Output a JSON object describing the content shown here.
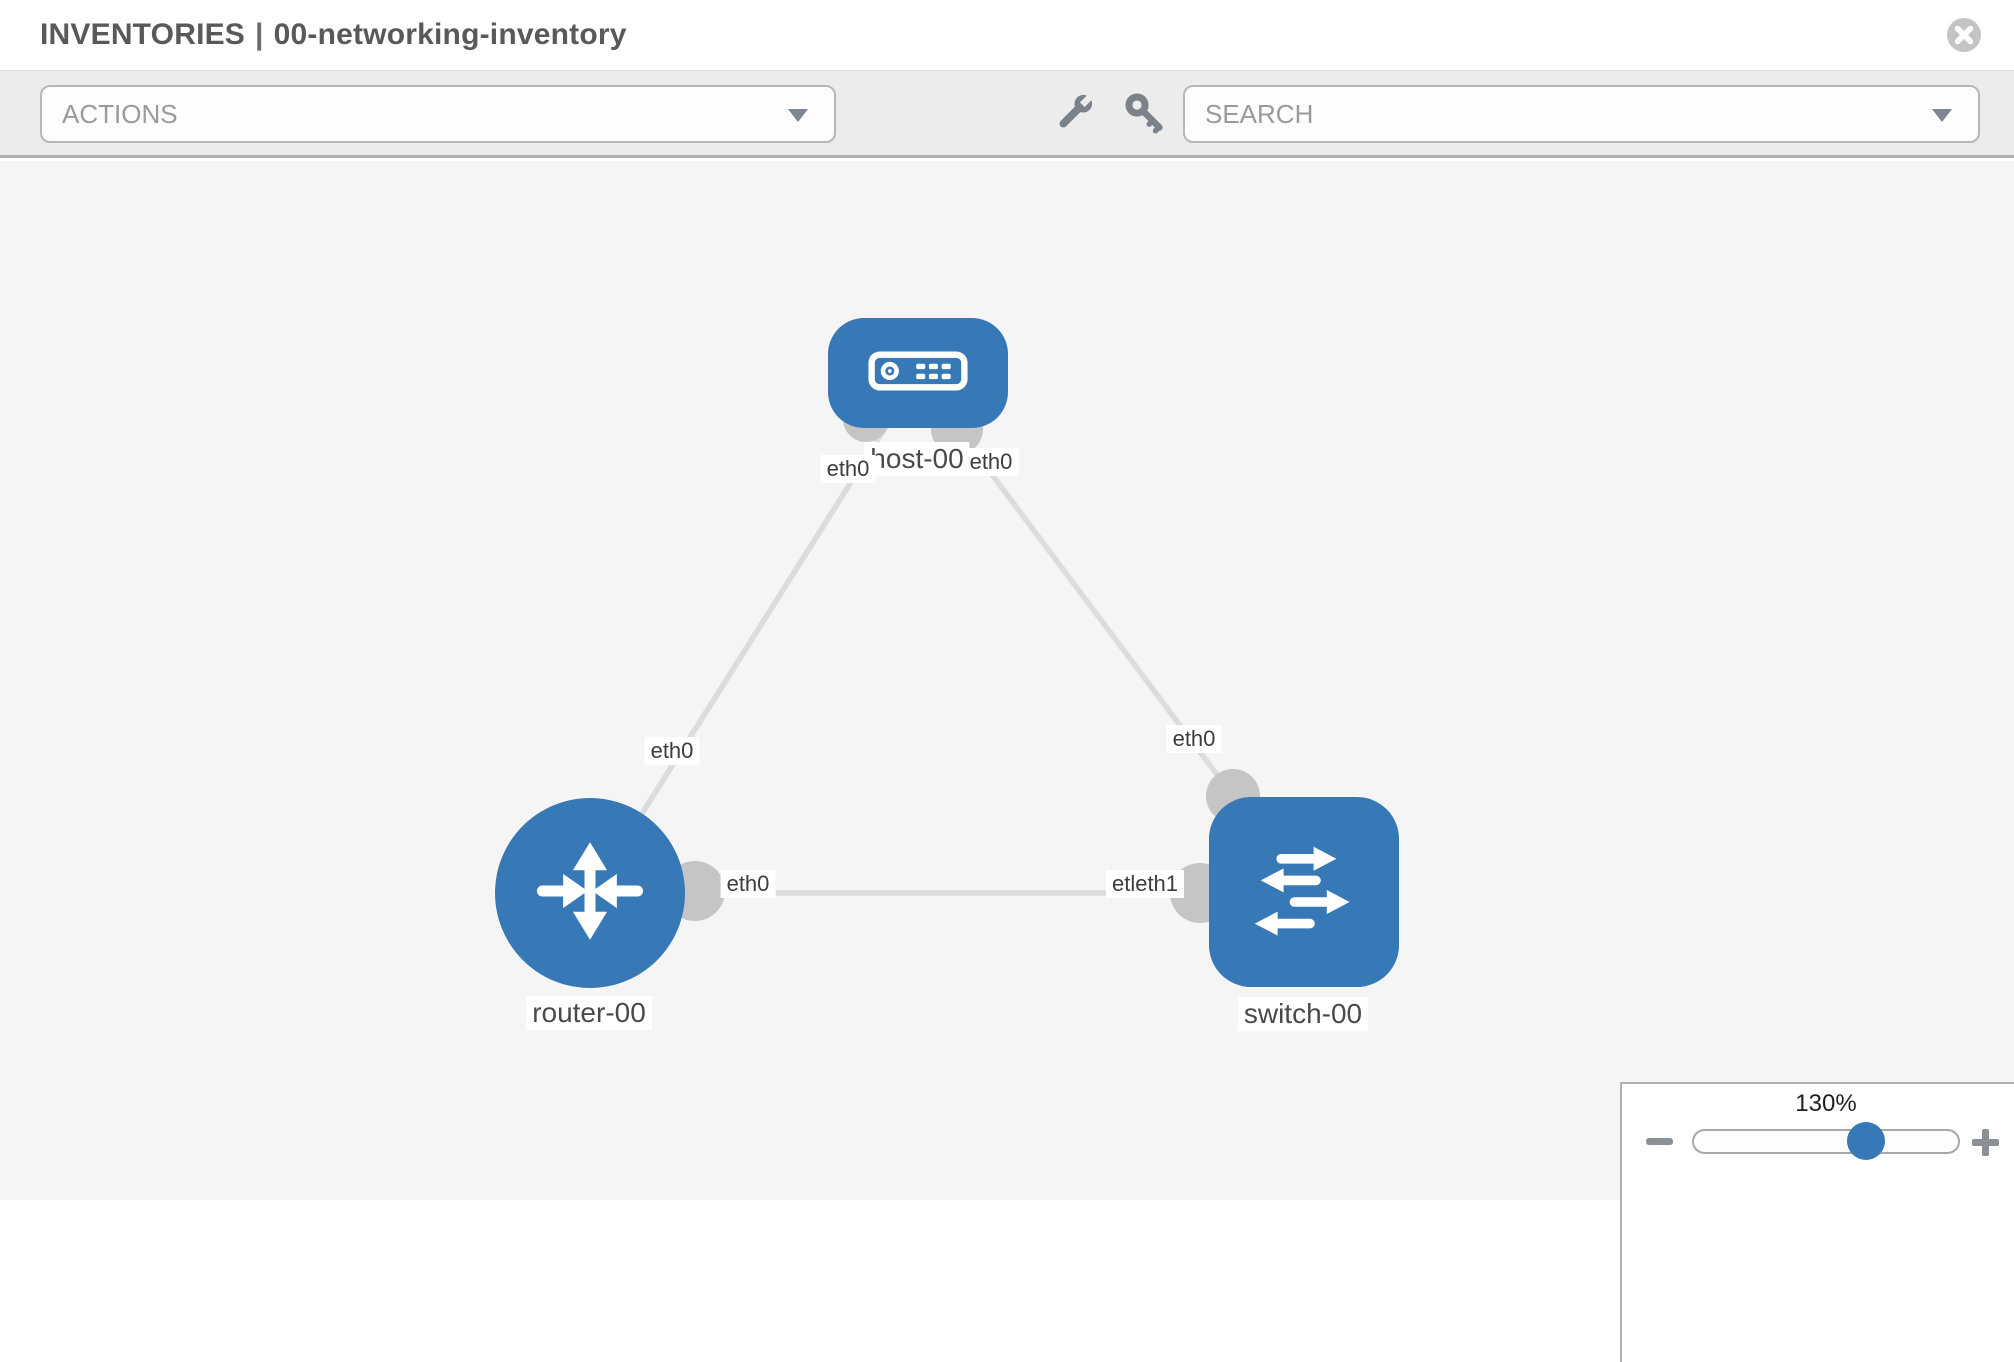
{
  "header": {
    "section": "INVENTORIES",
    "separator": "|",
    "inventory_name": "00-networking-inventory"
  },
  "toolbar": {
    "actions_label": "ACTIONS",
    "search_placeholder": "SEARCH",
    "tools": [
      {
        "icon": "wrench-icon"
      },
      {
        "icon": "key-icon"
      }
    ]
  },
  "topology": {
    "nodes": [
      {
        "id": "host-00",
        "label": "host-00",
        "type": "host",
        "icon": "server-icon"
      },
      {
        "id": "router-00",
        "label": "router-00",
        "type": "router",
        "icon": "router-arrows-icon"
      },
      {
        "id": "switch-00",
        "label": "switch-00",
        "type": "switch",
        "icon": "switch-arrows-icon"
      }
    ],
    "links": [
      {
        "source": "host-00",
        "source_interface": "eth0",
        "target": "router-00",
        "target_interface": "eth0"
      },
      {
        "source": "host-00",
        "source_interface": "eth0",
        "target": "switch-00",
        "target_interface": "eth0"
      },
      {
        "source": "router-00",
        "source_interface": "eth0",
        "target": "switch-00",
        "target_interface": "eth1",
        "target_interface_rendered": "etleth1"
      }
    ]
  },
  "zoom_control": {
    "value": "130%",
    "minus_icon": "minus-icon",
    "plus_icon": "plus-icon"
  },
  "colors": {
    "node_blue": "#3779b7",
    "link_gray": "#dcdcdc",
    "interface_dot_gray": "#c5c5c5",
    "toolbar_bg": "#ececec",
    "canvas_bg": "#f5f5f5"
  }
}
